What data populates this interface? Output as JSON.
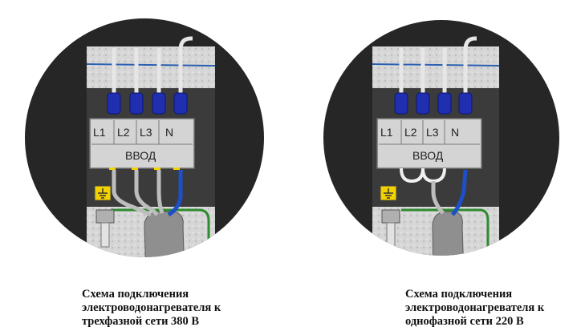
{
  "diagrams": [
    {
      "caption_lines": [
        "Схема подключения",
        "электроводонагревателя к",
        "трехфазной сети  380 В"
      ],
      "terminals": [
        "L1",
        "L2",
        "L3",
        "N"
      ],
      "block_label": "ВВОД",
      "icon": "ground-icon"
    },
    {
      "caption_lines": [
        "Схема подключения",
        "электроводонагревателя к",
        "однофазной сети  220 В"
      ],
      "terminals": [
        "L1",
        "L2",
        "L3",
        "N"
      ],
      "block_label": "ВВОД",
      "icon": "ground-icon"
    }
  ],
  "colors": {
    "housing": "#2b2b2b",
    "insulation": "#d9d9d9",
    "block": "#cfcfcf",
    "connector": "#1f2fb0",
    "neutral_wire": "#1e4fc8",
    "ground_wire": "#2e8b2e",
    "ground_label": "#f2d200"
  }
}
